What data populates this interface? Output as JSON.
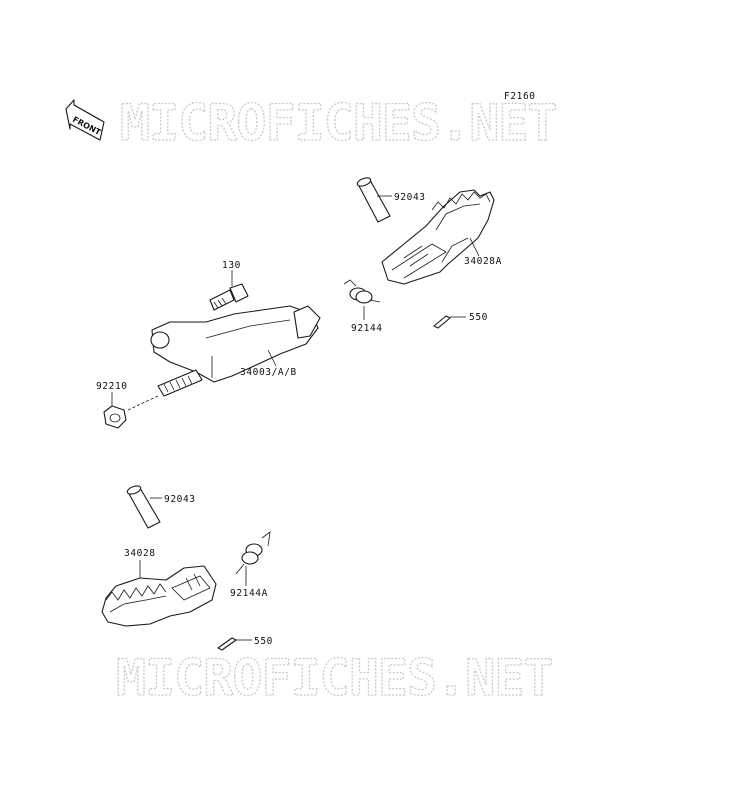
{
  "diagram_code": "F2160",
  "front_label": "FRONT",
  "watermark_top": "MICROFICHES.NET",
  "watermark_bottom": "MICROFICHES.NET",
  "callouts": {
    "pin_upper": "92043",
    "footpeg_right": "34028A",
    "bolt": "130",
    "spring_upper": "92144",
    "cotter_upper": "550",
    "bracket": "34003/A/B",
    "nut": "92210",
    "pin_lower": "92043",
    "footpeg_left": "34028",
    "spring_lower": "92144A",
    "cotter_lower": "550"
  }
}
